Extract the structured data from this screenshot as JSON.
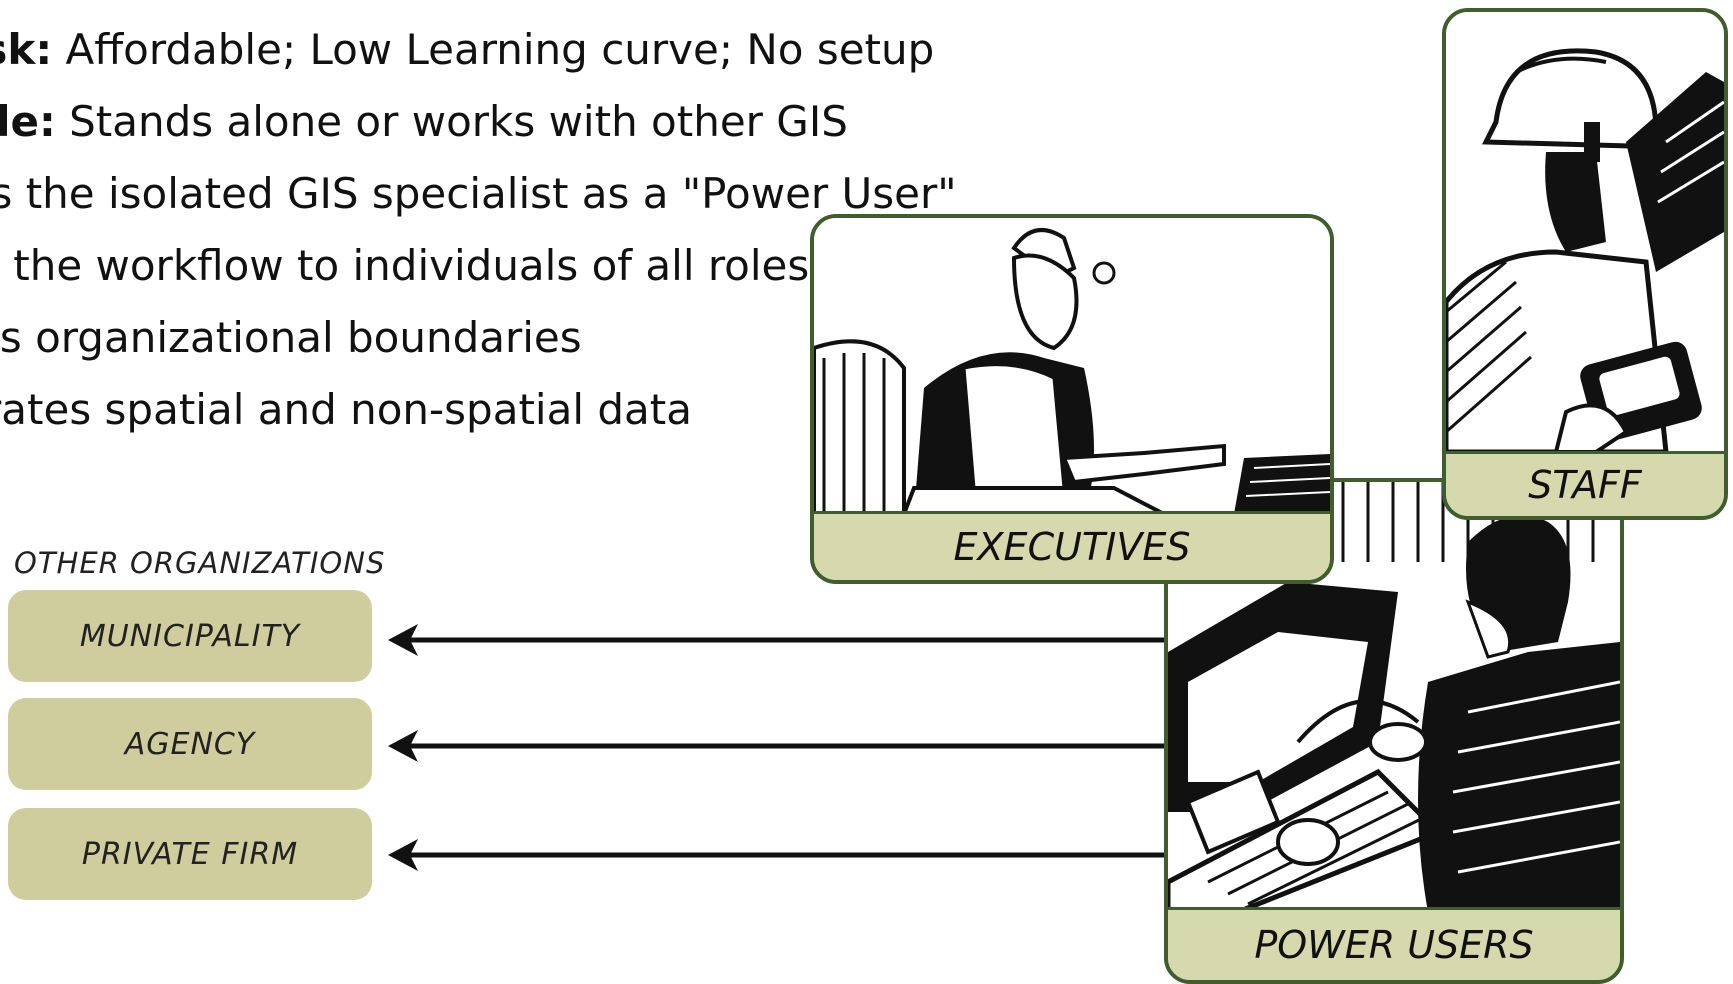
{
  "bullets": [
    {
      "bold": "isk:",
      "text": "Affordable;  Low Learning curve;  No setup"
    },
    {
      "bold": "ble:",
      "text": "Stands alone or works with other GIS"
    },
    {
      "bold": "",
      "text": "ts the isolated GIS specialist as a \"Power User\""
    },
    {
      "bold": "",
      "text": "s the workflow to individuals of all roles"
    },
    {
      "bold": "",
      "text": "es organizational boundaries"
    },
    {
      "bold": "",
      "text": "rates spatial and non-spatial data"
    }
  ],
  "organizations": {
    "title": "OTHER ORGANIZATIONS",
    "items": [
      "MUNICIPALITY",
      "AGENCY",
      "PRIVATE FIRM"
    ]
  },
  "roles": {
    "executives": "EXECUTIVES",
    "staff": "STAFF",
    "power_users": "POWER USERS"
  },
  "colors": {
    "card_border": "#3f5d2d",
    "label_fill": "#d6d9ad",
    "org_fill": "#cfcd9d",
    "arrow": "#111111"
  }
}
